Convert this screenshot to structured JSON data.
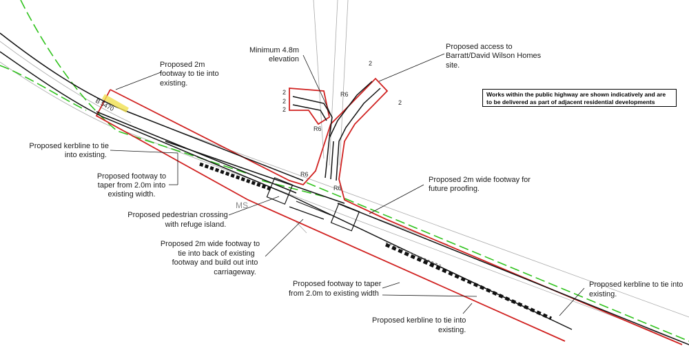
{
  "notice": {
    "line1": "Works within the public highway are shown indicatively and are",
    "line2": "to be delivered as part of adjacent residential developments"
  },
  "road_labels": {
    "main_road": "B 5470",
    "ms": "MS"
  },
  "dimensions": {
    "left_top": "2",
    "left_mid": "2",
    "left_bot": "2",
    "access_top": "2",
    "access_right": "2",
    "r6_access": "R6",
    "r6_left": "R6",
    "r6_lower_left": "R6",
    "r6_lower_right": "R6"
  },
  "annotations": {
    "min_elevation": [
      "Minimum 4.8m",
      "elevation"
    ],
    "proposed_access": [
      "Proposed access to",
      "Barratt/David Wilson Homes",
      "site."
    ],
    "footway_tie": [
      "Proposed 2m",
      "footway to tie into",
      "existing."
    ],
    "kerbline_tie_left": [
      "Proposed kerbline to tie",
      "into existing."
    ],
    "footway_taper_left": [
      "Proposed footway to",
      "taper from 2.0m into",
      "existing width."
    ],
    "future_proofing": [
      "Proposed 2m wide footway for",
      "future proofing."
    ],
    "ped_crossing": [
      "Proposed pedestrian crossing",
      "with refuge island."
    ],
    "footway_build_out": [
      "Proposed 2m wide footway to",
      "tie into back of existing",
      "footway and build out into",
      "carriageway."
    ],
    "footway_taper_right": [
      "Proposed footway to taper",
      "from 2.0m to existing width"
    ],
    "kerbline_tie_right": [
      "Proposed kerbline to tie into",
      "existing."
    ],
    "kerbline_tie_bottom": [
      "Proposed kerbline to tie into",
      "existing."
    ]
  },
  "colors": {
    "redline": "#d0201f",
    "road_line": "#111111",
    "green_dash": "#2ec21b",
    "grey_line": "#a8a8a8",
    "hatch_yellow": "#f0e050"
  }
}
